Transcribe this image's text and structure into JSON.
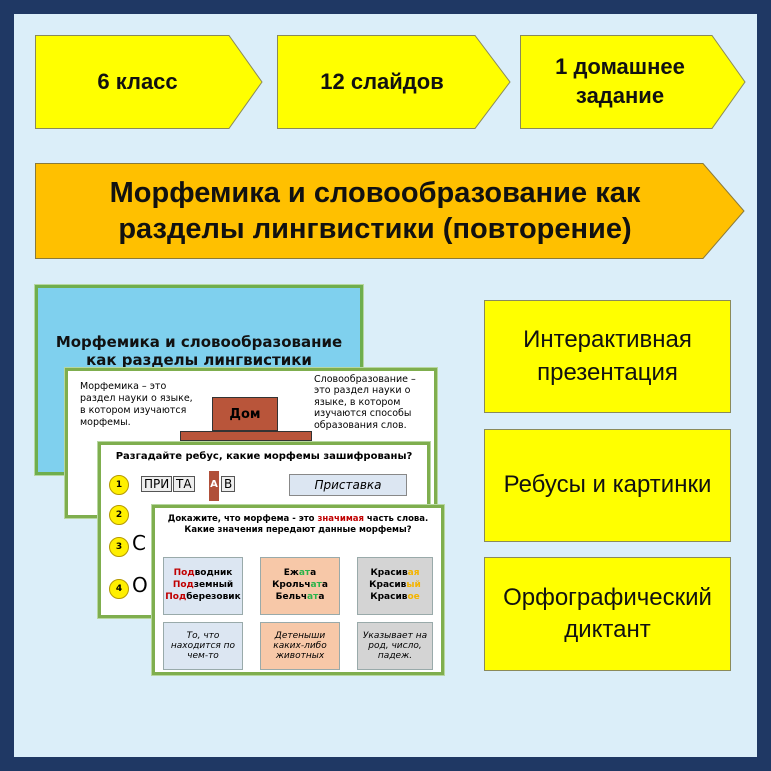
{
  "badges": [
    "6 класс",
    "12 слайдов",
    "1 домашнее задание"
  ],
  "title": "Морфемика и словообразование как разделы лингвистики (повторение)",
  "features": [
    "Интерактивная презентация",
    "Ребусы и картинки",
    "Орфографический диктант"
  ],
  "slide1": {
    "title": "Морфемика и словообразование как разделы лингвистики"
  },
  "slide2": {
    "left": "Морфемика – это раздел науки о языке, в котором изучаются морфемы.",
    "right": "Словообразование – это раздел науки о языке, в котором изучаются способы образования слов.",
    "house": "Дом"
  },
  "slide3": {
    "title": "Разгадайте ребус, какие морфемы зашифрованы?",
    "rebus": [
      "ПРИ",
      "ТА",
      "А",
      "В"
    ],
    "answer": "Приставка",
    "numbers": [
      "1",
      "2",
      "3",
      "4"
    ],
    "partial": [
      "С",
      "О"
    ]
  },
  "slide4": {
    "title_a": "Докажите, что морфема - это ",
    "title_hl": "значимая",
    "title_b": " часть слова.",
    "title2": "Какие значения передают данные морфемы?",
    "col1": [
      [
        "Под",
        "водник"
      ],
      [
        "Под",
        "земный"
      ],
      [
        "Под",
        "березовик"
      ]
    ],
    "col2": [
      [
        "Еж",
        "ат",
        "а"
      ],
      [
        "Крольч",
        "ат",
        "а"
      ],
      [
        "Бельч",
        "ат",
        "а"
      ]
    ],
    "col3": [
      [
        "Красив",
        "ая"
      ],
      [
        "Красив",
        "ый"
      ],
      [
        "Красив",
        "ое"
      ]
    ],
    "meanings": [
      "То, что находится по чем-то",
      "Детеныши каких-либо животных",
      "Указывает на род, число, падеж."
    ]
  },
  "colors": {
    "yellow": "#ffff00",
    "orange": "#ffc000",
    "frame": "#1f3864",
    "background": "#dbeef9"
  }
}
